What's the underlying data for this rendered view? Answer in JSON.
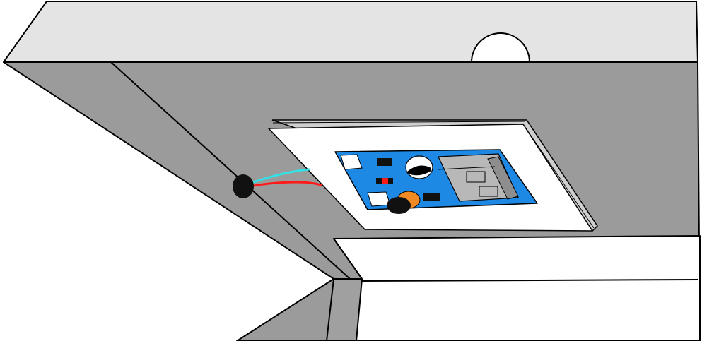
{
  "colors": {
    "background": "#ffffff",
    "lid": "#e4e4e4",
    "body": "#9b9b9b",
    "body_inner": "#a0a0a0",
    "outline": "#000000",
    "bracket": "#ffffff",
    "bracket_edge": "#cfcfcf",
    "pcb": "#1e88e5",
    "pcb_light": "#3d9bf0",
    "usb_port": "#b8b8b8",
    "usb_port_dark": "#8e8e8e",
    "chip": "#111111",
    "capacitor": "#f08a24",
    "grommet": "#111111",
    "wire_positive": "#ff1a1a",
    "wire_negative": "#33e0e6"
  },
  "parts": {
    "lid": "enclosure-lid",
    "body": "enclosure-body",
    "mount": "mounting-bracket",
    "board": "boost-converter-board",
    "port": "usb-a-port",
    "grommet": "cable-grommet",
    "wires": "power-leads",
    "cover": "front-cover-panel"
  }
}
